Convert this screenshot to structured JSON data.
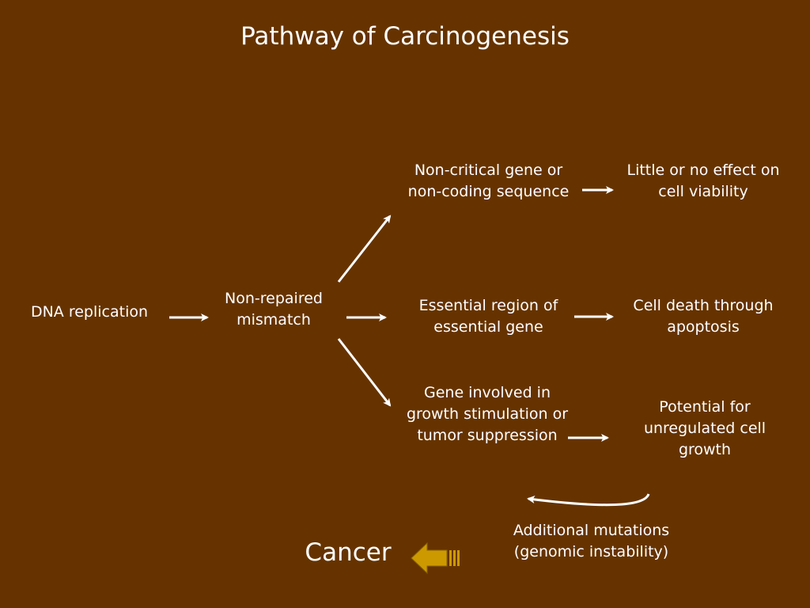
{
  "title": "Pathway of Carcinogenesis",
  "nodes": {
    "dna_replication": "DNA replication",
    "non_repaired_mismatch": "Non-repaired mismatch",
    "non_critical_gene": "Non-critical gene or non-coding sequence",
    "little_effect": "Little or no effect on cell viability",
    "essential_region": "Essential region of essential gene",
    "cell_death": "Cell death through apoptosis",
    "growth_gene": "Gene involved in growth stimulation or tumor suppression",
    "unregulated_growth": "Potential for unregulated cell growth",
    "additional_mutations": "Additional mutations (genomic instability)",
    "cancer": "Cancer"
  },
  "colors": {
    "background": "#663300",
    "text": "#ffffff",
    "arrow": "#ffffff",
    "block_arrow": "#cc9900"
  }
}
